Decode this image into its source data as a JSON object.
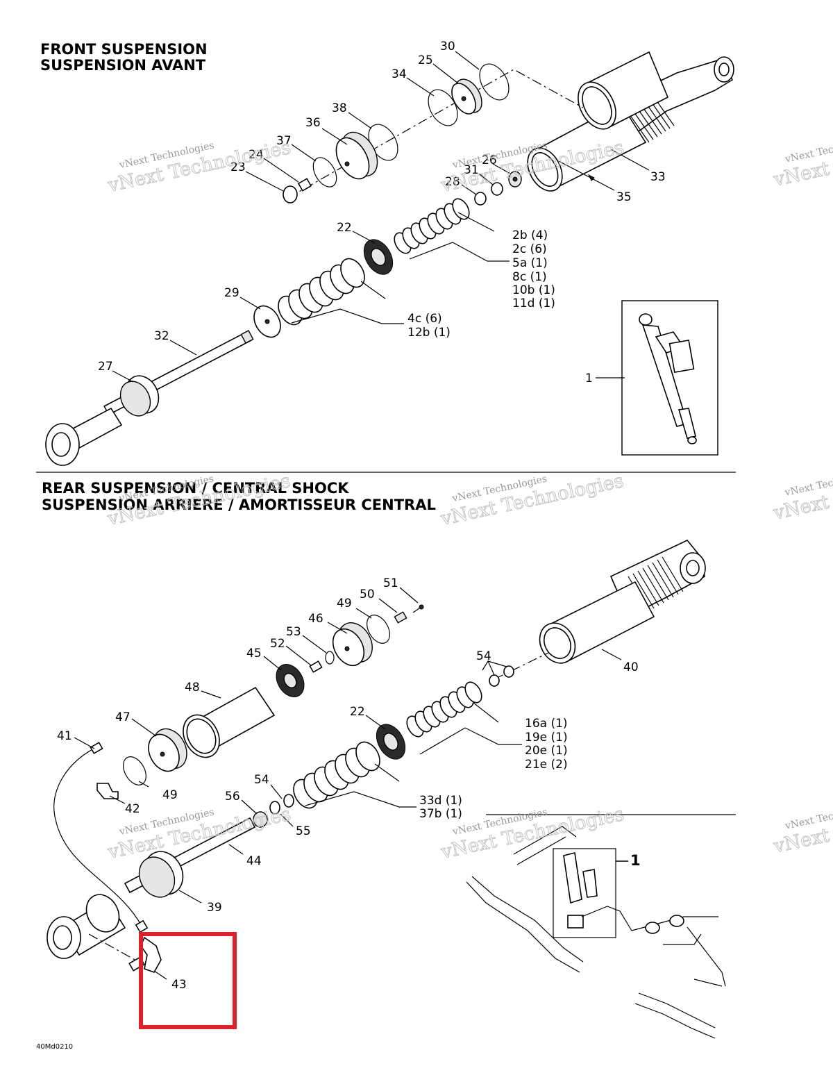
{
  "titles": {
    "front_en": "FRONT SUSPENSION",
    "front_fr": "SUSPENSION AVANT",
    "rear_en": "REAR SUSPENSION / CENTRAL SHOCK",
    "rear_fr": "SUSPENSION ARRIERE / AMORTISSEUR CENTRAL"
  },
  "watermark": {
    "line1": "vNext Technologies",
    "line2": "vNext Technologies"
  },
  "callouts_front": [
    "30",
    "25",
    "34",
    "38",
    "36",
    "37",
    "24",
    "23",
    "26",
    "31",
    "28",
    "33",
    "35",
    "22",
    "29",
    "32",
    "27",
    "1"
  ],
  "kits_front": {
    "a": [
      "2b (4)",
      "2c (6)",
      "5a (1)",
      "8c (1)",
      "10b (1)",
      "11d (1)"
    ],
    "b": [
      "4c (6)",
      "12b (1)"
    ]
  },
  "callouts_rear": [
    "51",
    "50",
    "49",
    "46",
    "53",
    "52",
    "45",
    "54",
    "40",
    "48",
    "22",
    "47",
    "41",
    "49",
    "42",
    "54",
    "56",
    "55",
    "44",
    "39",
    "43",
    "1"
  ],
  "kits_rear": {
    "a": [
      "16a (1)",
      "19e (1)",
      "20e (1)",
      "21e (2)"
    ],
    "b": [
      "33d (1)",
      "37b (1)"
    ]
  },
  "figure_code": "40Md0210",
  "highlight_color": "#d8232a"
}
